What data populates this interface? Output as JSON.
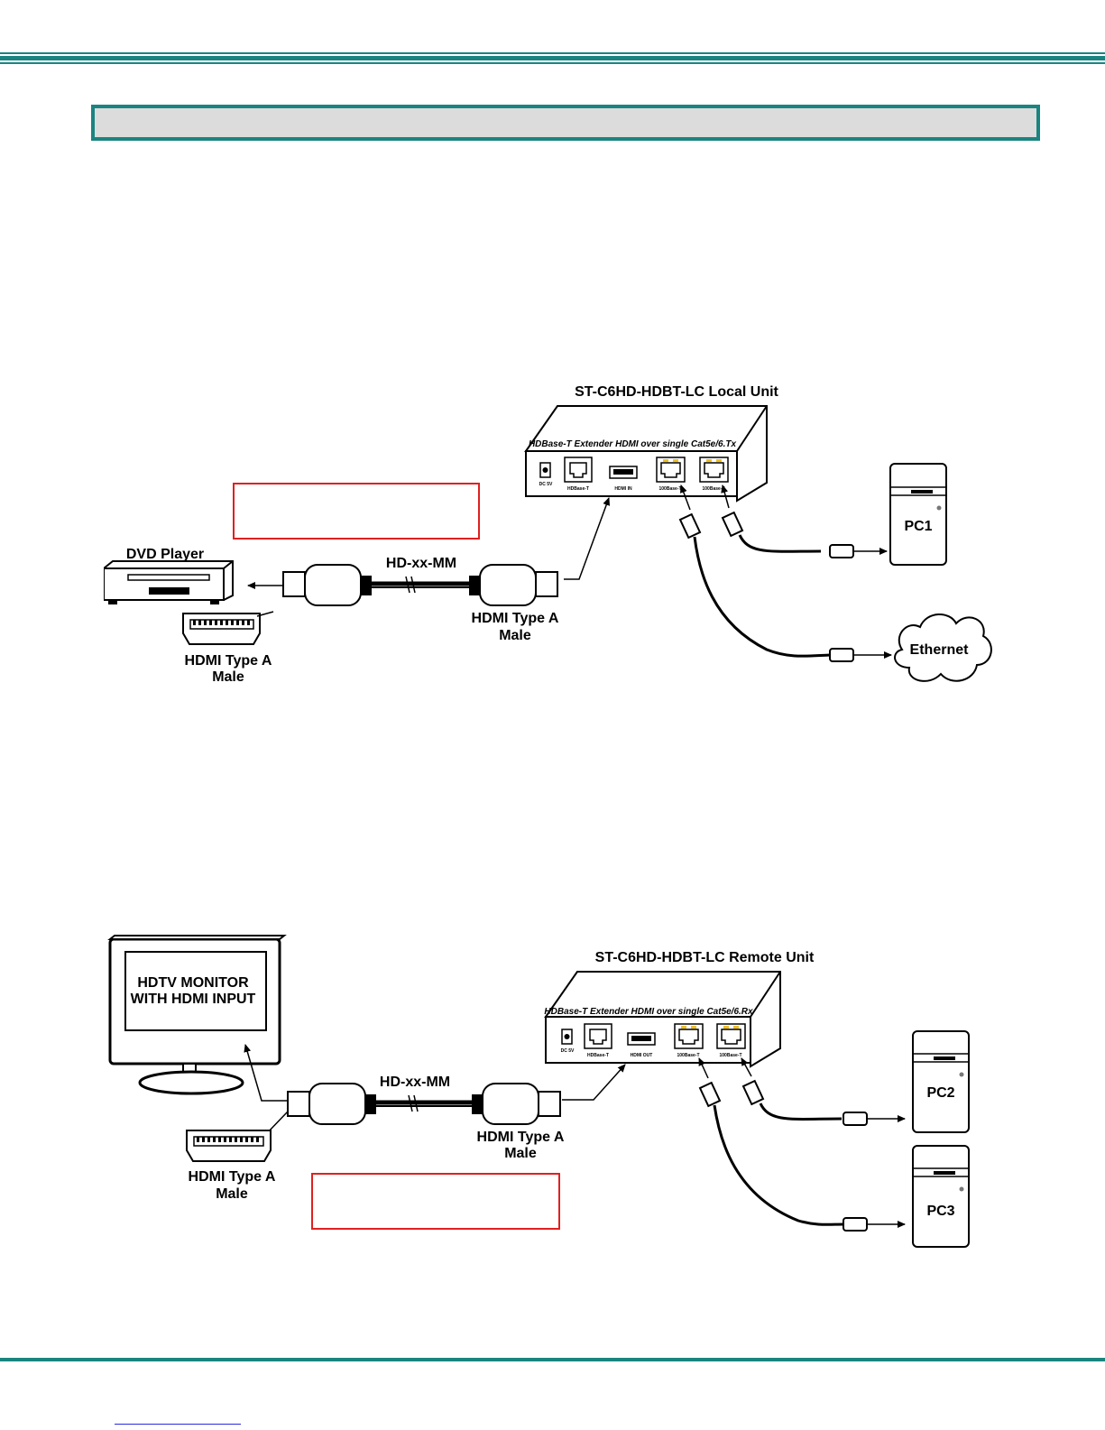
{
  "colors": {
    "accent": "#1a8480",
    "box_fill": "#dcdcdc",
    "redbox": "#e02020",
    "link": "#2a2ae0"
  },
  "section_title": "",
  "diagram1": {
    "unit_title": "ST-C6HD-HDBT-LC Local Unit",
    "panel_caption": "HDBase-T Extender HDMI over single Cat5e/6.Tx",
    "ports": {
      "dc": "DC 5V",
      "hdbaset": "HDBase-T",
      "hdmi": "HDMI IN",
      "lan1": "100Base-T",
      "lan2": "100Base-T"
    },
    "source_label": "DVD Player",
    "cable_label": "HD-xx-MM",
    "connector_right_line1": "HDMI Type A",
    "connector_right_line2": "Male",
    "connector_left_line1": "HDMI Type A",
    "connector_left_line2": "Male",
    "pc_label": "PC1",
    "cloud_label": "Ethernet",
    "redbox_text": ""
  },
  "diagram2": {
    "unit_title": "ST-C6HD-HDBT-LC Remote Unit",
    "panel_caption": "HDBase-T Extender HDMI over single Cat5e/6.Rx",
    "ports": {
      "dc": "DC 5V",
      "hdbaset": "HDBase-T",
      "hdmi": "HDMI OUT",
      "lan1": "100Base-T",
      "lan2": "100Base-T"
    },
    "monitor_line1": "HDTV MONITOR",
    "monitor_line2": "WITH HDMI INPUT",
    "cable_label": "HD-xx-MM",
    "connector_right_line1": "HDMI Type A",
    "connector_right_line2": "Male",
    "connector_left_line1": "HDMI Type A",
    "connector_left_line2": "Male",
    "pc2_label": "PC2",
    "pc3_label": "PC3",
    "redbox_text": ""
  }
}
